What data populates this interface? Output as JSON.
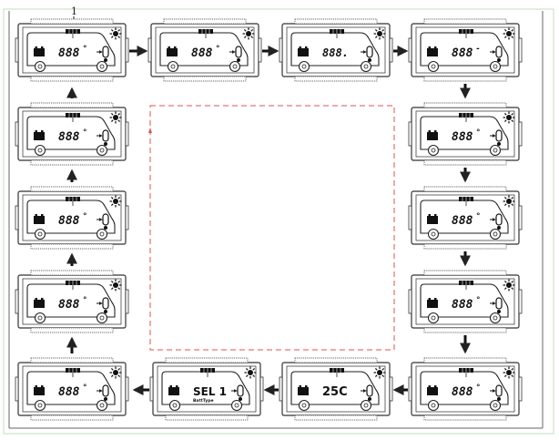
{
  "figure_label": "1",
  "screens": [
    {
      "text": "888",
      "suffix": "°",
      "sub": ""
    },
    {
      "text": "888",
      "suffix": "°",
      "sub": ""
    },
    {
      "text": "888.",
      "suffix": "",
      "sub": ""
    },
    {
      "text": "888",
      "suffix": "-",
      "sub": ""
    },
    {
      "text": "888",
      "suffix": "°",
      "sub": ""
    },
    {
      "text": "888",
      "suffix": "°",
      "sub": ""
    },
    {
      "text": "888",
      "suffix": "°",
      "sub": ""
    },
    {
      "text": "888",
      "suffix": "°",
      "sub": ""
    },
    {
      "text": "25C",
      "suffix": "",
      "sub": ""
    },
    {
      "text": "SEL 1",
      "suffix": "",
      "sub": "BattType"
    },
    {
      "text": "888",
      "suffix": "°",
      "sub": ""
    },
    {
      "text": "888",
      "suffix": "°",
      "sub": ""
    },
    {
      "text": "888",
      "suffix": "°",
      "sub": ""
    },
    {
      "text": "888",
      "suffix": "°",
      "sub": ""
    }
  ],
  "colors": {
    "line": "#222222",
    "frame": "#555555",
    "dashed_box": "#e05050",
    "page_border": "#bfe0bf"
  }
}
